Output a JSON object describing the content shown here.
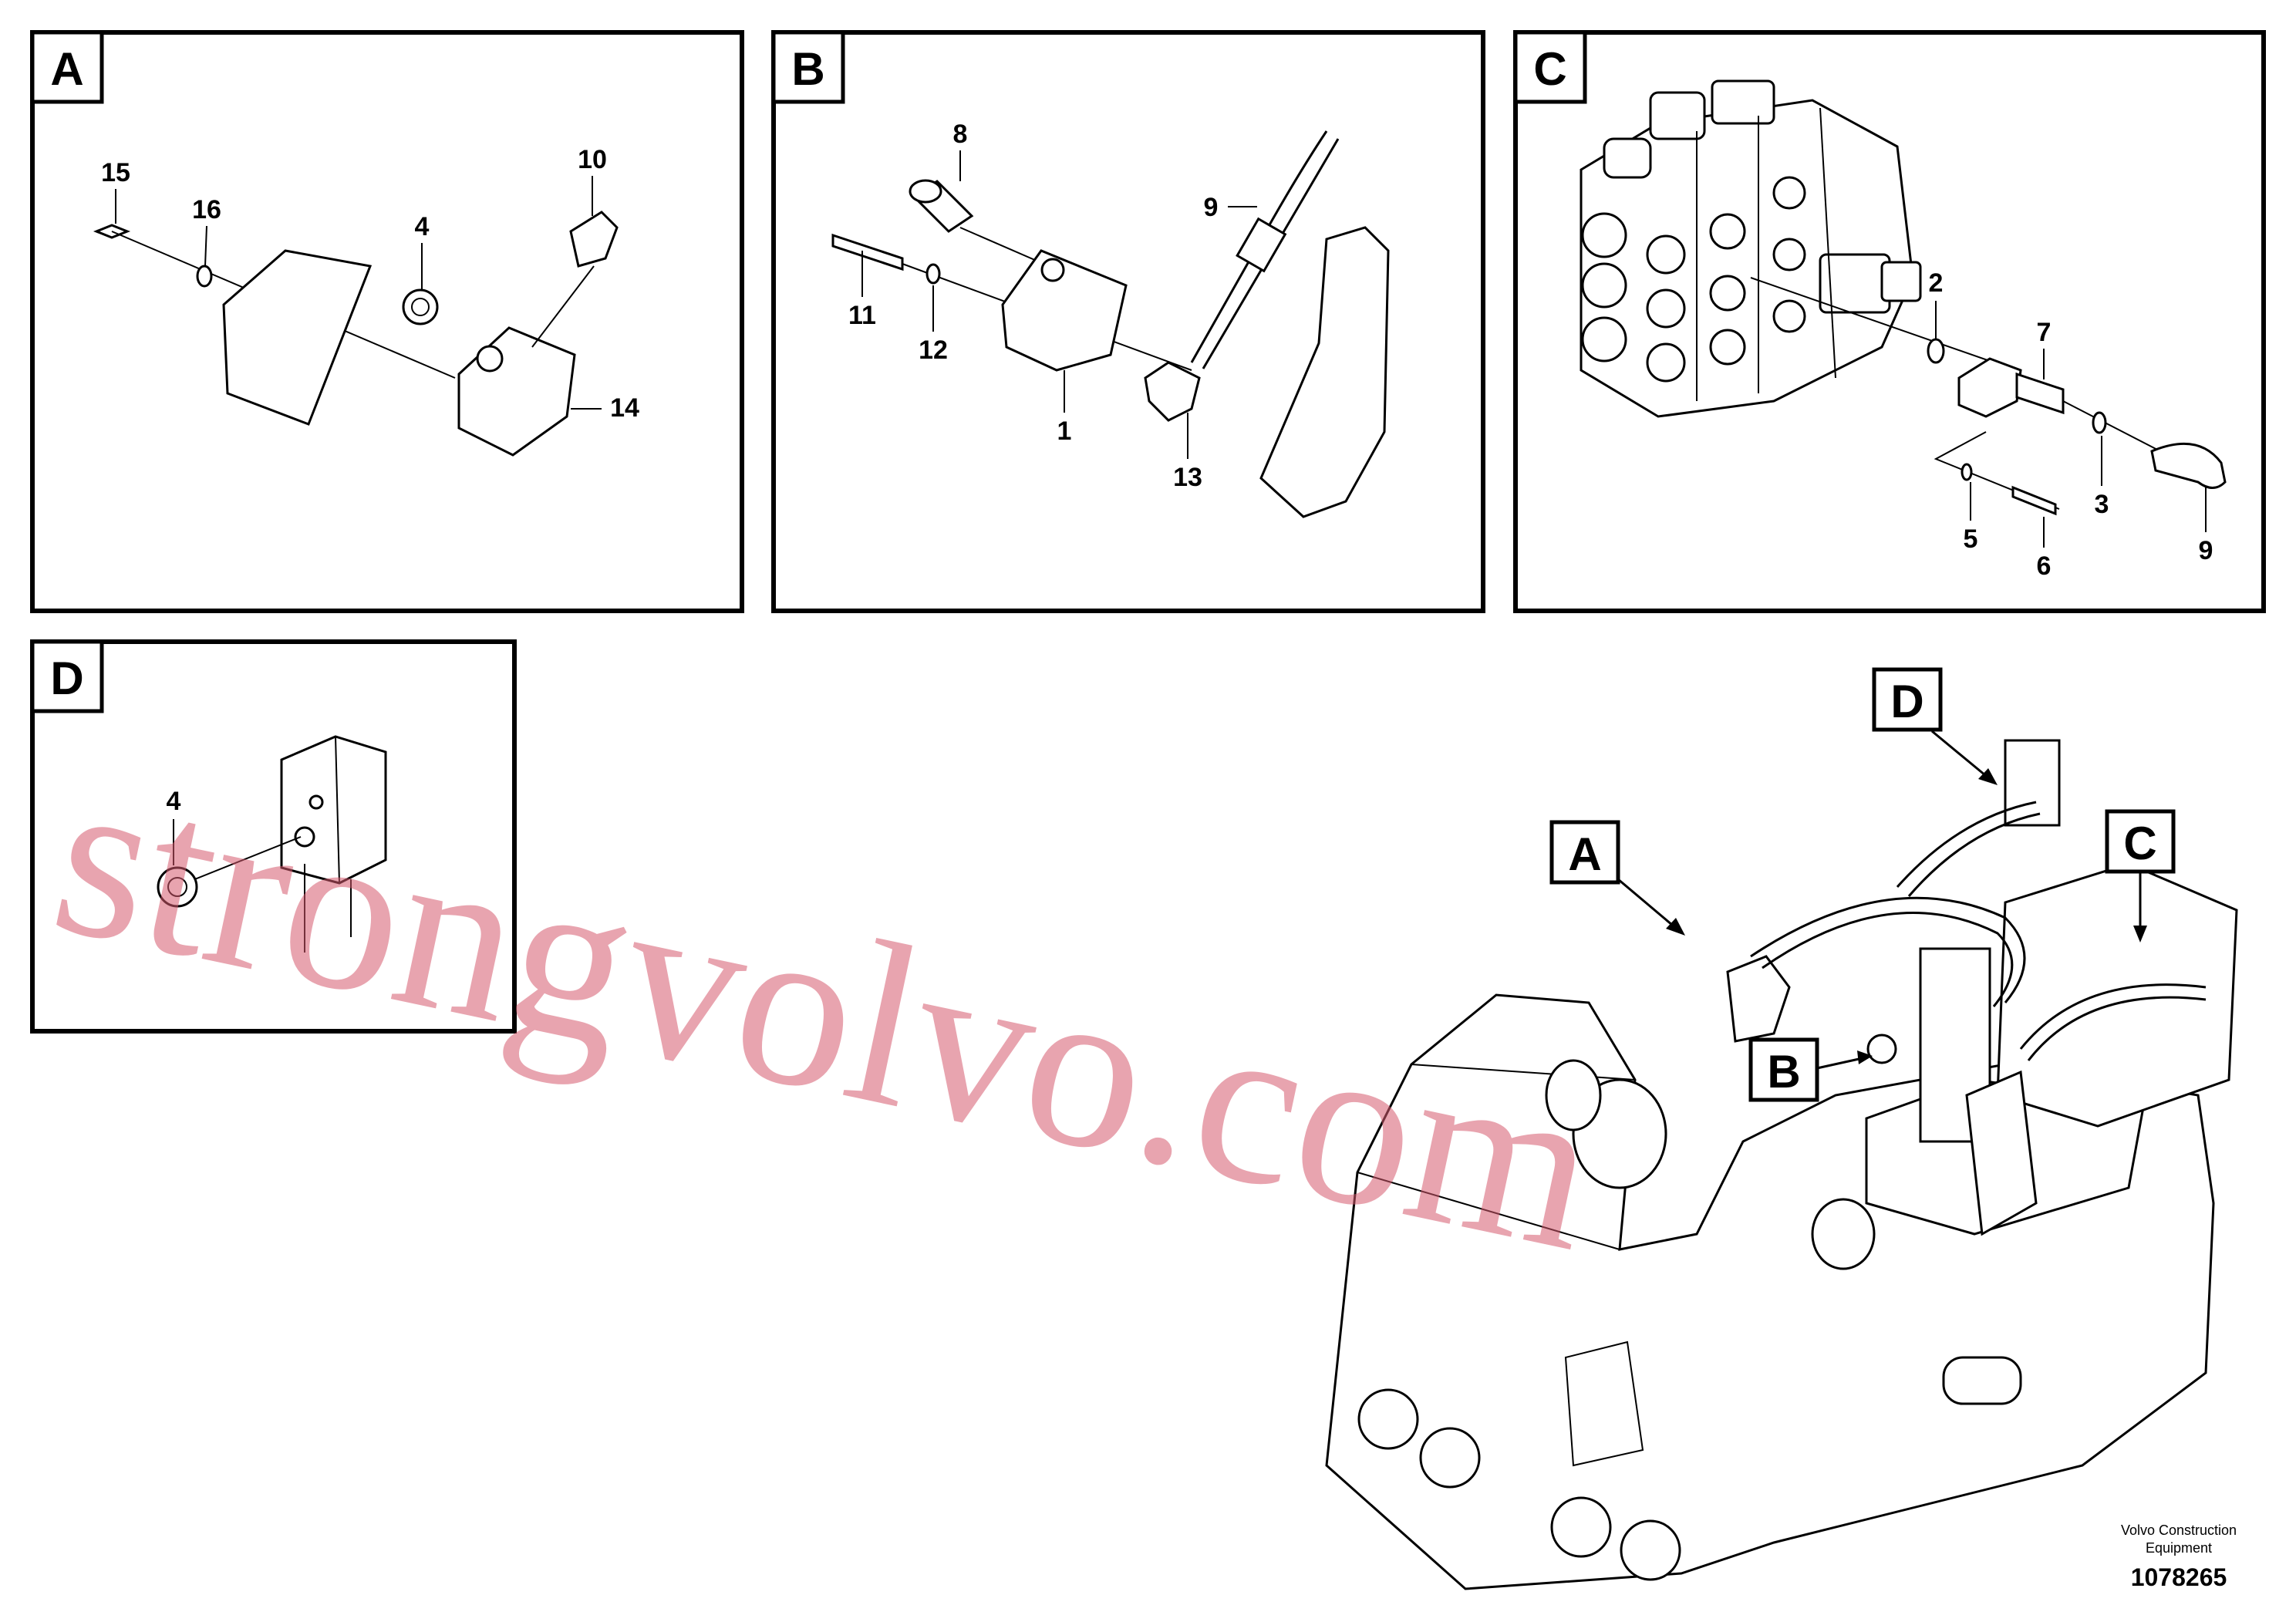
{
  "panels": [
    {
      "label": "A",
      "callouts": [
        "15",
        "16",
        "4",
        "10",
        "14"
      ]
    },
    {
      "label": "B",
      "callouts": [
        "8",
        "9",
        "11",
        "12",
        "1",
        "13"
      ]
    },
    {
      "label": "C",
      "callouts": [
        "2",
        "7",
        "3",
        "9",
        "5",
        "6"
      ]
    },
    {
      "label": "D",
      "callouts": [
        "4"
      ]
    }
  ],
  "overview_tags": [
    "D",
    "A",
    "C",
    "B"
  ],
  "watermark": "strongvolvo.com",
  "footer": {
    "credit_line1": "Volvo Construction",
    "credit_line2": "Equipment",
    "doc_number": "1078265"
  }
}
